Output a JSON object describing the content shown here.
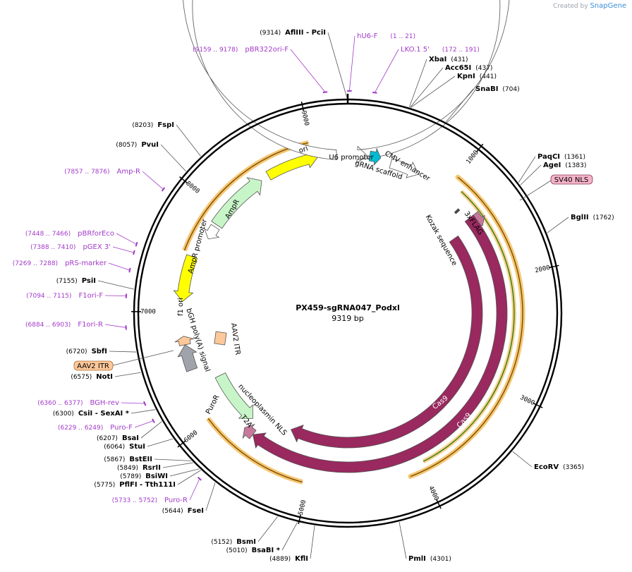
{
  "credit": {
    "prefix": "Created by",
    "brand": "SnapGene"
  },
  "plasmid": {
    "name": "PX459-sgRNA047_Podxl",
    "length_label": "9319 bp",
    "length": 9319
  },
  "ticks": [
    1000,
    2000,
    3000,
    4000,
    5000,
    6000,
    7000,
    8000,
    9000
  ],
  "sites": [
    {
      "name": "AflIII  - PciI",
      "pos": "(9314)",
      "at": 9314
    },
    {
      "name": "XbaI",
      "pos": "(431)",
      "at": 431
    },
    {
      "name": "Acc65I",
      "pos": "(437)",
      "at": 437
    },
    {
      "name": "KpnI",
      "pos": "(441)",
      "at": 441
    },
    {
      "name": "SnaBI",
      "pos": "(704)",
      "at": 704
    },
    {
      "name": "PaqCI",
      "pos": "(1361)",
      "at": 1361
    },
    {
      "name": "AgeI",
      "pos": "(1383)",
      "at": 1383
    },
    {
      "name": "BglII",
      "pos": "(1762)",
      "at": 1762
    },
    {
      "name": "EcoRV",
      "pos": "(3365)",
      "at": 3365
    },
    {
      "name": "PmlI",
      "pos": "(4301)",
      "at": 4301
    },
    {
      "name": "KflI",
      "pos": "(4889)",
      "at": 4889
    },
    {
      "name": "BsaBI *",
      "pos": "(5010)",
      "at": 5010
    },
    {
      "name": "BsmI",
      "pos": "(5152)",
      "at": 5152
    },
    {
      "name": "FseI",
      "pos": "(5644)",
      "at": 5644
    },
    {
      "name": "PflFI  - Tth111I",
      "pos": "(5775)",
      "at": 5775
    },
    {
      "name": "BsiWI",
      "pos": "(5789)",
      "at": 5789
    },
    {
      "name": "RsrII",
      "pos": "(5849)",
      "at": 5849
    },
    {
      "name": "BstEII",
      "pos": "(5867)",
      "at": 5867
    },
    {
      "name": "StuI",
      "pos": "(6064)",
      "at": 6064
    },
    {
      "name": "BsaI",
      "pos": "(6207)",
      "at": 6207
    },
    {
      "name": "CsiI  - SexAI *",
      "pos": "(6300)",
      "at": 6300
    },
    {
      "name": "NotI",
      "pos": "(6575)",
      "at": 6575
    },
    {
      "name": "SbfI",
      "pos": "(6720)",
      "at": 6720
    },
    {
      "name": "PsiI",
      "pos": "(7155)",
      "at": 7155
    },
    {
      "name": "PvuI",
      "pos": "(8057)",
      "at": 8057
    },
    {
      "name": "FspI",
      "pos": "(8203)",
      "at": 8203
    }
  ],
  "primers": [
    {
      "name": "hU6-F",
      "pos": "(1 .. 21)",
      "at": 11
    },
    {
      "name": "LKO.1 5'",
      "pos": "(172 .. 191)",
      "at": 181
    },
    {
      "name": "pBR322ori-F",
      "pos": "(9159 .. 9178)",
      "at": 9168
    },
    {
      "name": "Amp-R",
      "pos": "(7857 .. 7876)",
      "at": 7866
    },
    {
      "name": "pBRforEco",
      "pos": "(7448 .. 7466)",
      "at": 7457
    },
    {
      "name": "pGEX 3'",
      "pos": "(7388 .. 7410)",
      "at": 7399
    },
    {
      "name": "pRS-marker",
      "pos": "(7269 .. 7288)",
      "at": 7278
    },
    {
      "name": "F1ori-F",
      "pos": "(7094 .. 7115)",
      "at": 7104
    },
    {
      "name": "F1ori-R",
      "pos": "(6884 .. 6903)",
      "at": 6893
    },
    {
      "name": "BGH-rev",
      "pos": "(6360 .. 6377)",
      "at": 6368
    },
    {
      "name": "Puro-F",
      "pos": "(6229 .. 6249)",
      "at": 6239
    },
    {
      "name": "Puro-R",
      "pos": "(5733 .. 5752)",
      "at": 5742
    }
  ],
  "features": [
    {
      "name": "ori",
      "color": "#ffff00"
    },
    {
      "name": "U6 promoter"
    },
    {
      "name": "gRNA scaffold",
      "color": "#00bcd4"
    },
    {
      "name": "CMV enhancer"
    },
    {
      "name": "SV40 NLS",
      "color": "#f3b3c9"
    },
    {
      "name": "3xFLAG",
      "color": "#c7799c"
    },
    {
      "name": "Kozak sequence"
    },
    {
      "name": "Cas9",
      "color": "#99295f"
    },
    {
      "name": "nucleoplasmin NLS",
      "color": "#99295f"
    },
    {
      "name": "T2A",
      "color": "#c7799c"
    },
    {
      "name": "PuroR",
      "color": "#c8f5c8"
    },
    {
      "name": "bGH poly(A) signal",
      "color": "#a0a4aa"
    },
    {
      "name": "AAV2 ITR",
      "color": "#ffc89a"
    },
    {
      "name": "f1 ori",
      "color": "#ffff00"
    },
    {
      "name": "AmpR promoter"
    },
    {
      "name": "AmpR",
      "color": "#c8f5c8"
    }
  ],
  "orf_color": "#2e7d12",
  "highlight_color": "#f5c064"
}
